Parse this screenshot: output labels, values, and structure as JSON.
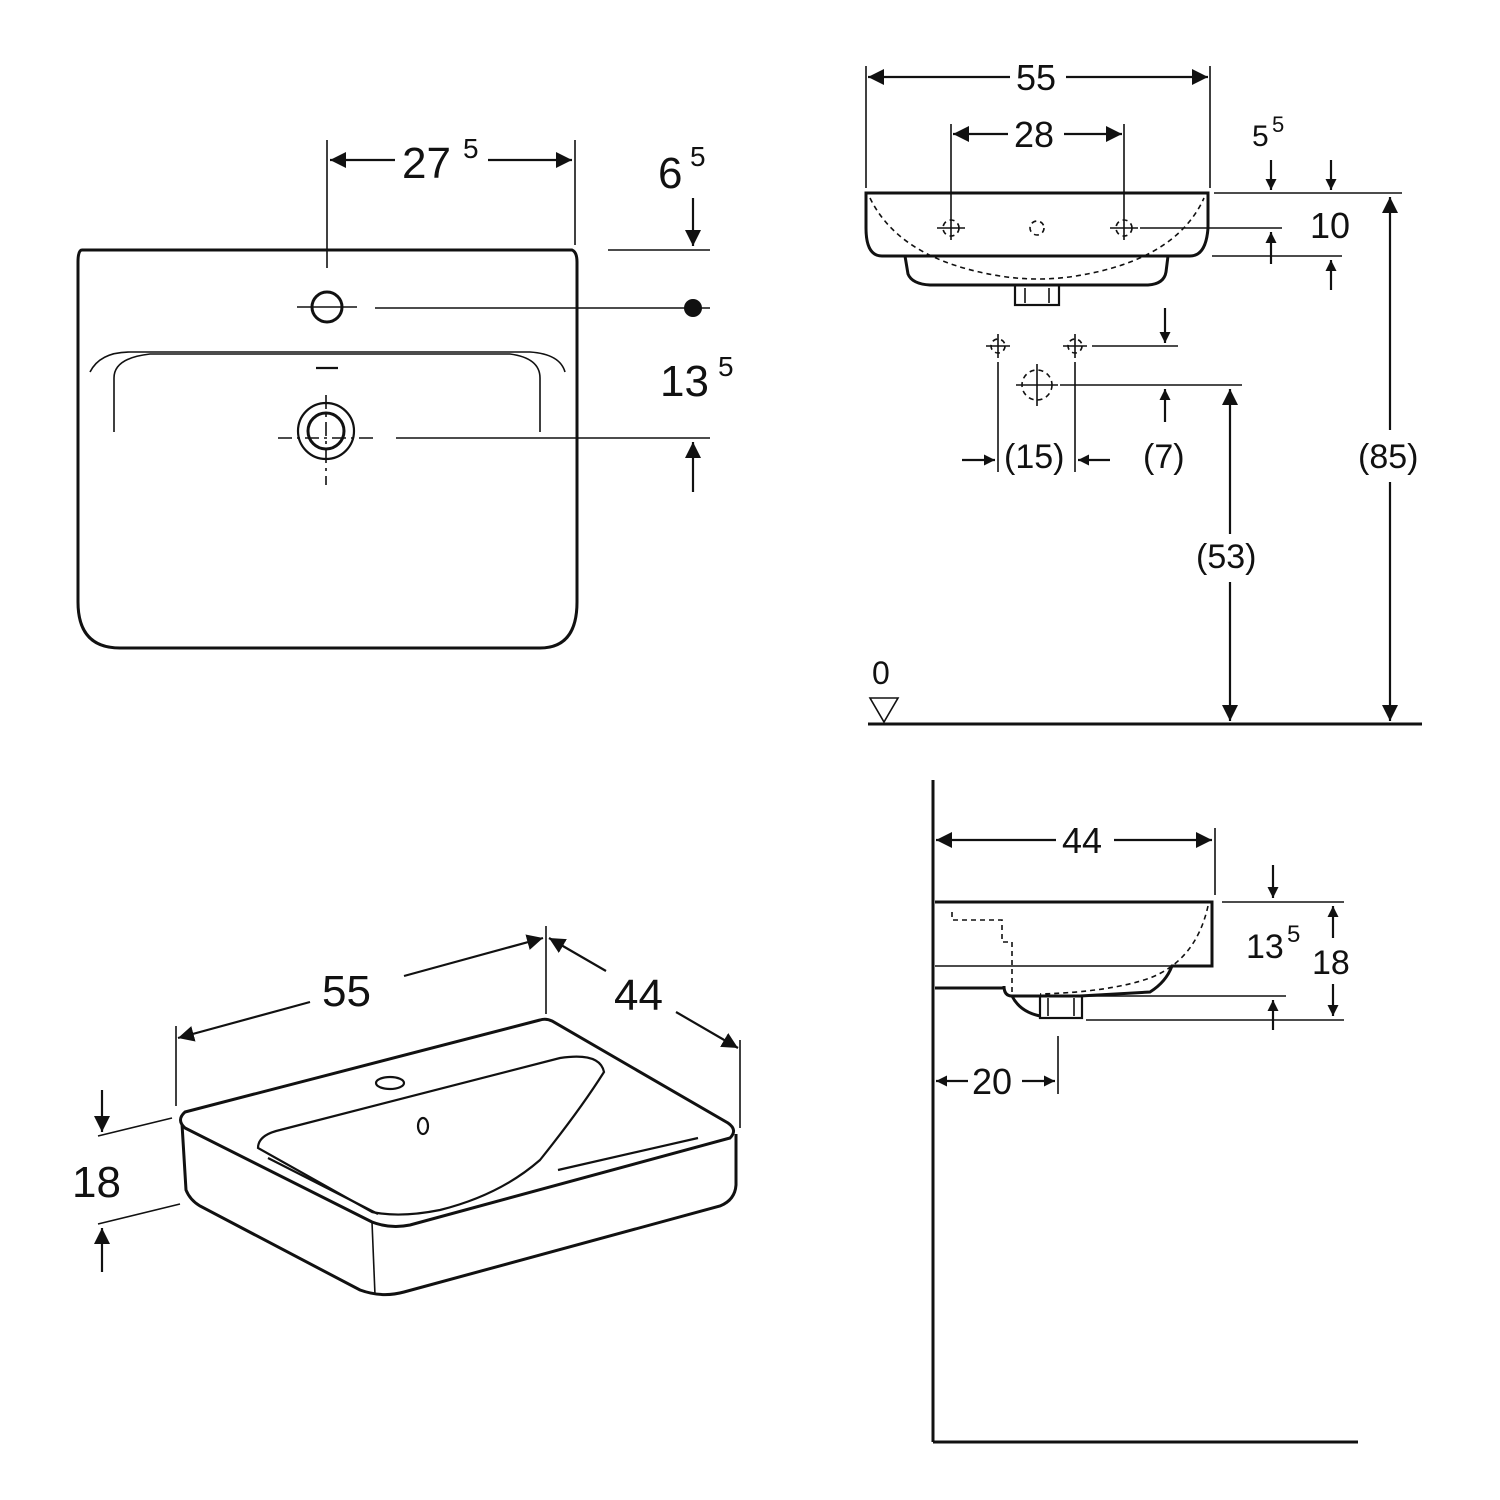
{
  "colors": {
    "line": "#111111",
    "background": "#ffffff"
  },
  "top_view": {
    "tap_offset_label": "27",
    "tap_offset_sup": "5",
    "edge_to_tap_label": "6",
    "edge_to_tap_sup": "5",
    "tap_to_drain_label": "13",
    "tap_to_drain_sup": "5"
  },
  "front_view": {
    "width_label": "55",
    "tap_spacing_label": "28",
    "rim_label": "5",
    "rim_sup": "5",
    "depth_label": "10",
    "supply_spacing_label": "(15)",
    "supply_rise_label": "(7)",
    "drain_height_label": "(53)",
    "rim_height_label": "(85)",
    "floor_label": "0"
  },
  "perspective_view": {
    "width_label": "55",
    "depth_label": "44",
    "height_label": "18"
  },
  "side_view": {
    "projection_label": "44",
    "inner_height_label": "13",
    "inner_height_sup": "5",
    "height_label": "18",
    "drain_offset_label": "20"
  }
}
